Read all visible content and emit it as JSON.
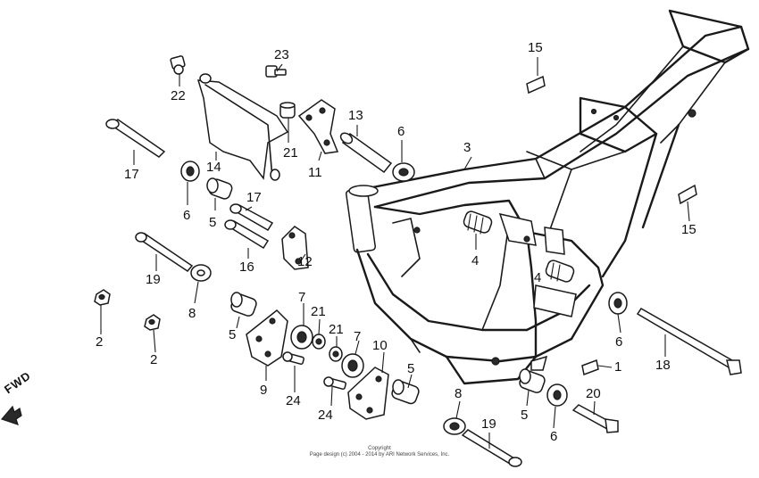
{
  "labels": [
    {
      "id": "l15a",
      "text": "15"
    },
    {
      "id": "l23",
      "text": "23"
    },
    {
      "id": "l22",
      "text": "22"
    },
    {
      "id": "l13",
      "text": "13"
    },
    {
      "id": "l6a",
      "text": "6"
    },
    {
      "id": "l3",
      "text": "3"
    },
    {
      "id": "l17a",
      "text": "17"
    },
    {
      "id": "l14",
      "text": "14"
    },
    {
      "id": "l21a",
      "text": "21"
    },
    {
      "id": "l11",
      "text": "11"
    },
    {
      "id": "l6b",
      "text": "6"
    },
    {
      "id": "l17b",
      "text": "17"
    },
    {
      "id": "l5a",
      "text": "5"
    },
    {
      "id": "l15b",
      "text": "15"
    },
    {
      "id": "l16",
      "text": "16"
    },
    {
      "id": "l12",
      "text": "12"
    },
    {
      "id": "l4a",
      "text": "4"
    },
    {
      "id": "l19a",
      "text": "19"
    },
    {
      "id": "l8a",
      "text": "8"
    },
    {
      "id": "l7a",
      "text": "7"
    },
    {
      "id": "l21b",
      "text": "21"
    },
    {
      "id": "l5b",
      "text": "5"
    },
    {
      "id": "l21c",
      "text": "21"
    },
    {
      "id": "l7b",
      "text": "7"
    },
    {
      "id": "l4b",
      "text": "4"
    },
    {
      "id": "l2a",
      "text": "2"
    },
    {
      "id": "l2b",
      "text": "2"
    },
    {
      "id": "l9",
      "text": "9"
    },
    {
      "id": "l10",
      "text": "10"
    },
    {
      "id": "l6c",
      "text": "6"
    },
    {
      "id": "l18",
      "text": "18"
    },
    {
      "id": "l1",
      "text": "1"
    },
    {
      "id": "l24a",
      "text": "24"
    },
    {
      "id": "l5c",
      "text": "5"
    },
    {
      "id": "l24b",
      "text": "24"
    },
    {
      "id": "l8b",
      "text": "8"
    },
    {
      "id": "l20",
      "text": "20"
    },
    {
      "id": "l5d",
      "text": "5"
    },
    {
      "id": "l6d",
      "text": "6"
    },
    {
      "id": "l19b",
      "text": "19"
    }
  ],
  "fwd_label": "FWD",
  "copyright": {
    "line1": "Copyright",
    "line2": "Page design (c) 2004 - 2014 by ARI Network Services, Inc."
  }
}
